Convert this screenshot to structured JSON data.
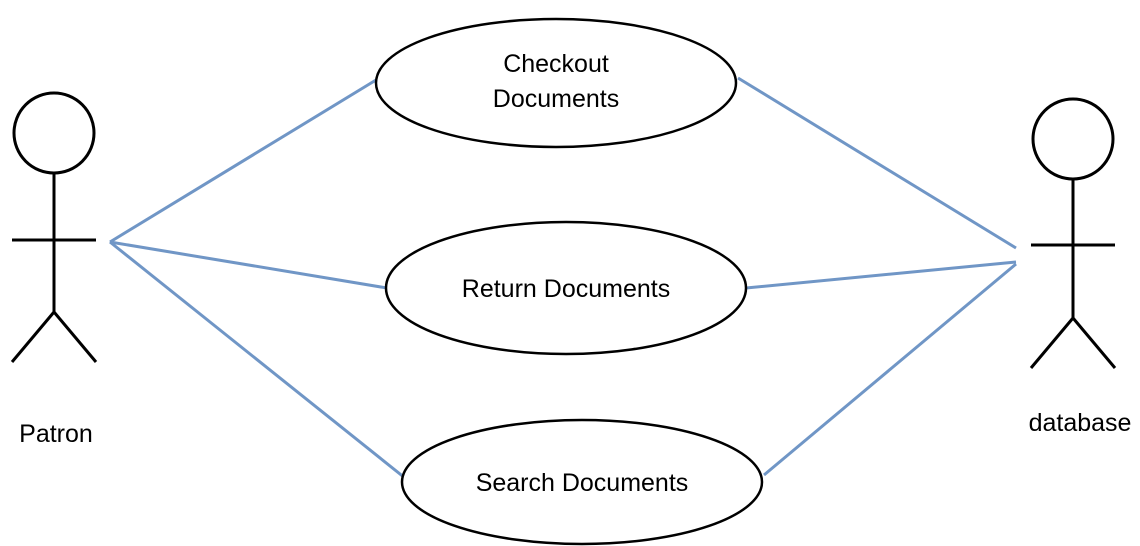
{
  "colors": {
    "association_line": "#7096c6",
    "outline": "#000000",
    "background": "#ffffff"
  },
  "actors": {
    "left": {
      "name": "Patron",
      "icon": "stick-figure-icon"
    },
    "right": {
      "name": "database",
      "icon": "stick-figure-icon"
    }
  },
  "use_cases": [
    {
      "lines": [
        "Checkout",
        "Documents"
      ]
    },
    {
      "lines": [
        "Return Documents"
      ]
    },
    {
      "lines": [
        "Search Documents"
      ]
    }
  ]
}
